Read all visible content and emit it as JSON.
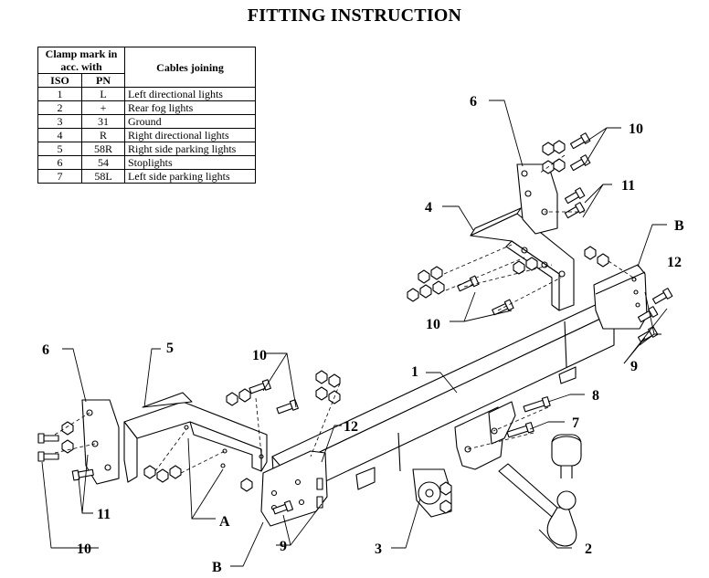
{
  "title": "FITTING INSTRUCTION",
  "legend": {
    "header_clamp": "Clamp mark in acc. with",
    "header_cables": "Cables joining",
    "header_iso": "ISO",
    "header_pn": "PN",
    "rows": [
      {
        "iso": "1",
        "pn": "L",
        "cable": "Left directional lights"
      },
      {
        "iso": "2",
        "pn": "+",
        "cable": "Rear fog lights"
      },
      {
        "iso": "3",
        "pn": "31",
        "cable": "Ground"
      },
      {
        "iso": "4",
        "pn": "R",
        "cable": "Right directional lights"
      },
      {
        "iso": "5",
        "pn": "58R",
        "cable": "Right side parking lights"
      },
      {
        "iso": "6",
        "pn": "54",
        "cable": "Stoplights"
      },
      {
        "iso": "7",
        "pn": "58L",
        "cable": "Left side parking lights"
      }
    ]
  },
  "callouts": {
    "c6_top": "6",
    "c10_top": "10",
    "c11_top": "11",
    "c4": "4",
    "cB_right": "B",
    "c12_right": "12",
    "c10_mid": "10",
    "c9_right": "9",
    "c1": "1",
    "c8": "8",
    "c7": "7",
    "c6_left": "6",
    "c5": "5",
    "c10_left_top": "10",
    "c12_mid": "12",
    "c11_left": "11",
    "cA": "A",
    "c10_left_bottom": "10",
    "c9_left": "9",
    "c3": "3",
    "c2": "2",
    "cB_bottom": "B"
  }
}
